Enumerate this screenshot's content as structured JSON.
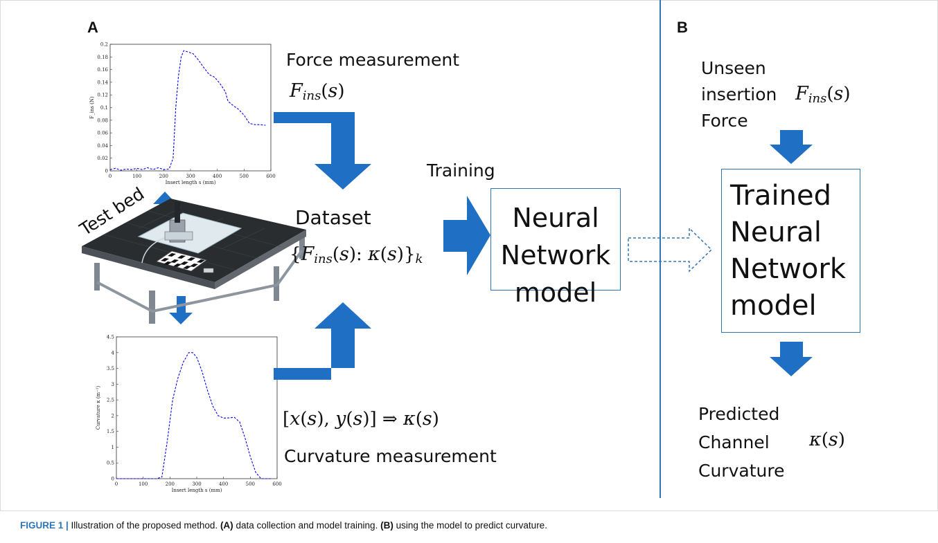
{
  "panelA": {
    "letter": "A",
    "force_label": "Force measurement",
    "force_expr": "F_ins(s)",
    "dataset_label": "Dataset",
    "dataset_expr": "{F_ins(s): κ(s)}_k",
    "training_label": "Training",
    "testbed_label": "Test bed",
    "curv_expr": "[x(s), y(s)] ⇒ κ(s)",
    "curv_label": "Curvature measurement",
    "nn_box": [
      "Neural",
      "Network",
      "model"
    ]
  },
  "panelB": {
    "letter": "B",
    "unseen_lines": [
      "Unseen",
      "insertion",
      "Force"
    ],
    "unseen_expr": "F_ins(s)",
    "trained_box": [
      "Trained",
      "Neural",
      "Network",
      "model"
    ],
    "predicted_lines": [
      "Predicted",
      "Channel",
      "Curvature"
    ],
    "predicted_expr": "κ(s)"
  },
  "caption": {
    "fig": "FIGURE 1 |",
    "text1": " Illustration of the proposed method. ",
    "a": "(A)",
    "text2": " data collection and model training. ",
    "b": "(B)",
    "text3": " using the model to predict curvature."
  },
  "colors": {
    "arrow": "#1f6fc4",
    "box_border": "#2e75b6",
    "plot_line": "#0000ff"
  },
  "chart_data": [
    {
      "type": "line",
      "series": [
        {
          "values": [
            [
              0,
              0.002
            ],
            [
              20,
              0.004
            ],
            [
              40,
              0.001
            ],
            [
              60,
              0.003
            ],
            [
              80,
              0.002
            ],
            [
              100,
              0.004
            ],
            [
              120,
              0.002
            ],
            [
              140,
              0.005
            ],
            [
              160,
              0.002
            ],
            [
              180,
              0.005
            ],
            [
              200,
              0.002
            ],
            [
              220,
              0.003
            ],
            [
              235,
              0.02
            ],
            [
              245,
              0.1
            ],
            [
              255,
              0.15
            ],
            [
              265,
              0.18
            ],
            [
              275,
              0.19
            ],
            [
              290,
              0.188
            ],
            [
              310,
              0.185
            ],
            [
              330,
              0.175
            ],
            [
              350,
              0.163
            ],
            [
              370,
              0.152
            ],
            [
              390,
              0.148
            ],
            [
              410,
              0.138
            ],
            [
              430,
              0.125
            ],
            [
              440,
              0.11
            ],
            [
              460,
              0.103
            ],
            [
              480,
              0.097
            ],
            [
              500,
              0.088
            ],
            [
              520,
              0.075
            ],
            [
              540,
              0.073
            ],
            [
              560,
              0.073
            ],
            [
              580,
              0.072
            ]
          ]
        }
      ],
      "xlabel": "Insert length s (mm)",
      "ylabel": "F_ins (N)",
      "xlim": [
        0,
        600
      ],
      "ylim": [
        0,
        0.2
      ],
      "xticks": [
        "0",
        "100",
        "200",
        "300",
        "400",
        "500",
        "600"
      ],
      "yticks": [
        "0",
        "0.02",
        "0.04",
        "0.06",
        "0.08",
        "0.1",
        "0.12",
        "0.14",
        "0.16",
        "0.18",
        "0.2"
      ],
      "grid": false
    },
    {
      "type": "line",
      "series": [
        {
          "values": [
            [
              0,
              0
            ],
            [
              50,
              0
            ],
            [
              100,
              0
            ],
            [
              150,
              0
            ],
            [
              170,
              0.05
            ],
            [
              190,
              1.2
            ],
            [
              210,
              2.5
            ],
            [
              230,
              3.2
            ],
            [
              250,
              3.7
            ],
            [
              270,
              4.0
            ],
            [
              285,
              4.0
            ],
            [
              300,
              3.85
            ],
            [
              320,
              3.4
            ],
            [
              340,
              2.8
            ],
            [
              360,
              2.3
            ],
            [
              380,
              2.0
            ],
            [
              400,
              1.92
            ],
            [
              420,
              1.93
            ],
            [
              440,
              1.95
            ],
            [
              460,
              1.8
            ],
            [
              480,
              1.3
            ],
            [
              500,
              0.7
            ],
            [
              520,
              0.2
            ],
            [
              540,
              0
            ],
            [
              560,
              0
            ],
            [
              580,
              0
            ]
          ]
        }
      ],
      "xlabel": "Insert length s (mm)",
      "ylabel": "Curvature κ (m⁻¹)",
      "xlim": [
        0,
        600
      ],
      "ylim": [
        0,
        4.5
      ],
      "xticks": [
        "0",
        "100",
        "200",
        "300",
        "400",
        "500",
        "600"
      ],
      "yticks": [
        "0",
        "0.5",
        "1",
        "1.5",
        "2",
        "2.5",
        "3",
        "3.5",
        "4",
        "4.5"
      ],
      "grid": false
    }
  ]
}
